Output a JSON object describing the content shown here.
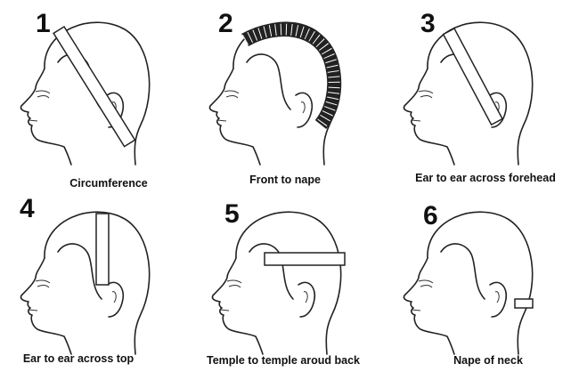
{
  "title": "Head measurement guide",
  "panels": [
    {
      "number": "1",
      "label": "Circumference"
    },
    {
      "number": "2",
      "label": "Front to nape"
    },
    {
      "number": "3",
      "label": "Ear to ear across forehead"
    },
    {
      "number": "4",
      "label": "Ear to ear across top"
    },
    {
      "number": "5",
      "label": "Temple to temple aroud back"
    },
    {
      "number": "6",
      "label": "Nape of neck"
    }
  ]
}
